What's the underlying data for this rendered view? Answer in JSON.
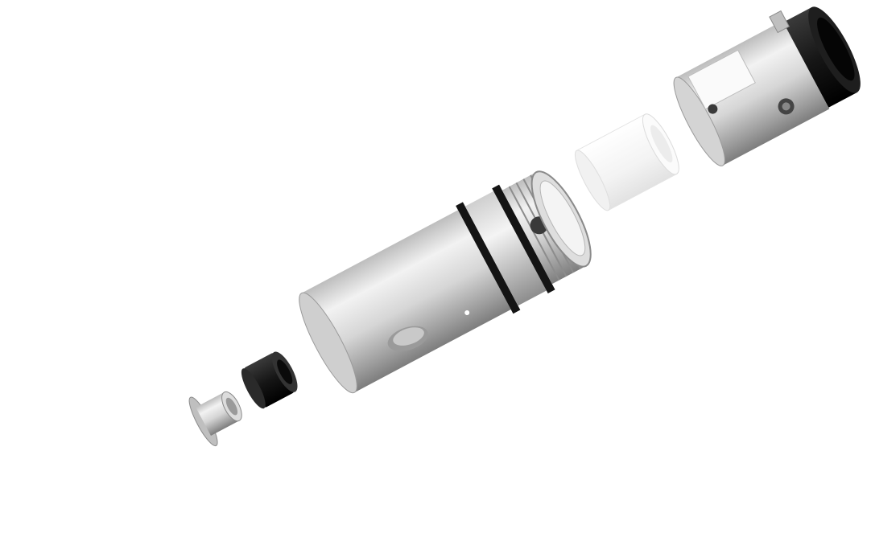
{
  "scene": {
    "description_free": true,
    "background": "#ffffff",
    "components": [
      {
        "id": "insulator-ring",
        "icon": "metal-flange-icon"
      },
      {
        "id": "rubber-seal",
        "icon": "black-grommet-icon"
      },
      {
        "id": "coil-body",
        "icon": "steel-cylinder-icon"
      },
      {
        "id": "ceramic-sleeve",
        "icon": "white-sleeve-icon"
      },
      {
        "id": "top-cap",
        "icon": "steel-cap-icon"
      }
    ],
    "colors": {
      "steel_light": "#e9e9e9",
      "steel_mid": "#c4c4c4",
      "steel_dark": "#8a8a8a",
      "rubber": "#1b1b1b",
      "ceramic": "#f6f6f6"
    }
  }
}
